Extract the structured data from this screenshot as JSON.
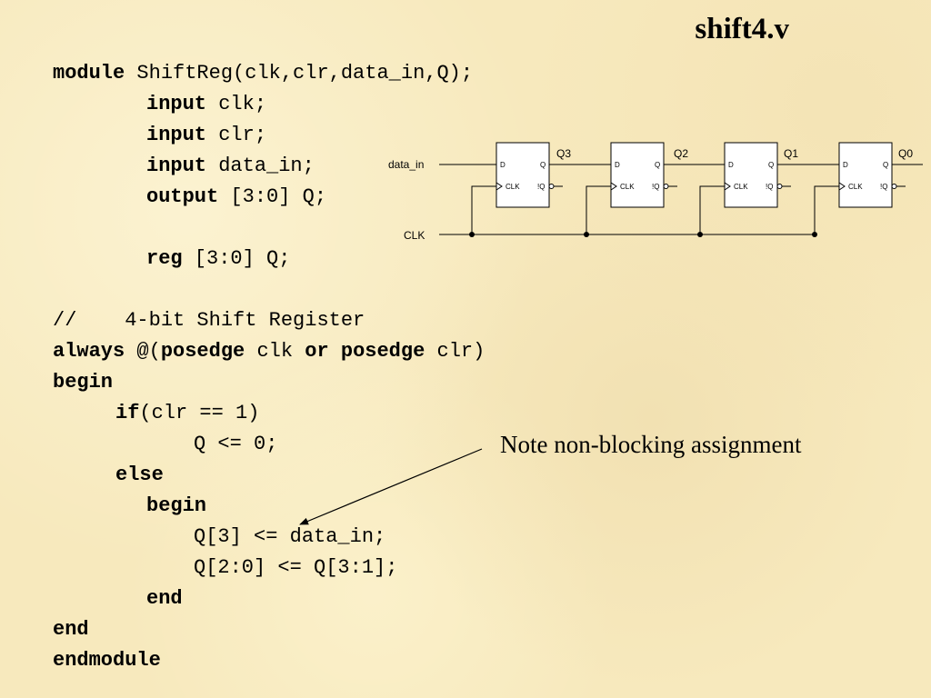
{
  "title": "shift4.v",
  "code": {
    "module_kw": "module",
    "module_sig": " ShiftReg(clk,clr,data_in,Q);",
    "input_kw": "input",
    "clk_decl": " clk;",
    "clr_decl": " clr;",
    "data_in_decl": " data_in;",
    "output_kw": "output",
    "output_decl": " [3:0] Q;",
    "reg_kw": "reg",
    "reg_decl": " [3:0] Q;",
    "comment": "//    4-bit Shift Register",
    "always_kw": "always",
    "at_paren": " @(",
    "posedge_kw": "posedge",
    "clk_ref": " clk ",
    "or_kw": "or",
    "clr_close": " clr)",
    "begin_kw": "begin",
    "if_kw": "if",
    "if_cond": "(clr == 1)",
    "q_reset": "Q <= 0;",
    "else_kw": "else",
    "q3_assign": "Q[3] <= data_in;",
    "q20_assign": "Q[2:0] <= Q[3:1];",
    "end_kw": "end",
    "endmodule_kw": "endmodule"
  },
  "note": "Note non-blocking assignment",
  "diagram": {
    "data_in_label": "data_in",
    "clk_label": "CLK",
    "ff_d": "D",
    "ff_q": "Q",
    "ff_clk": "CLK",
    "ff_qbar": "!Q",
    "outputs": [
      "Q3",
      "Q2",
      "Q1",
      "Q0"
    ]
  }
}
